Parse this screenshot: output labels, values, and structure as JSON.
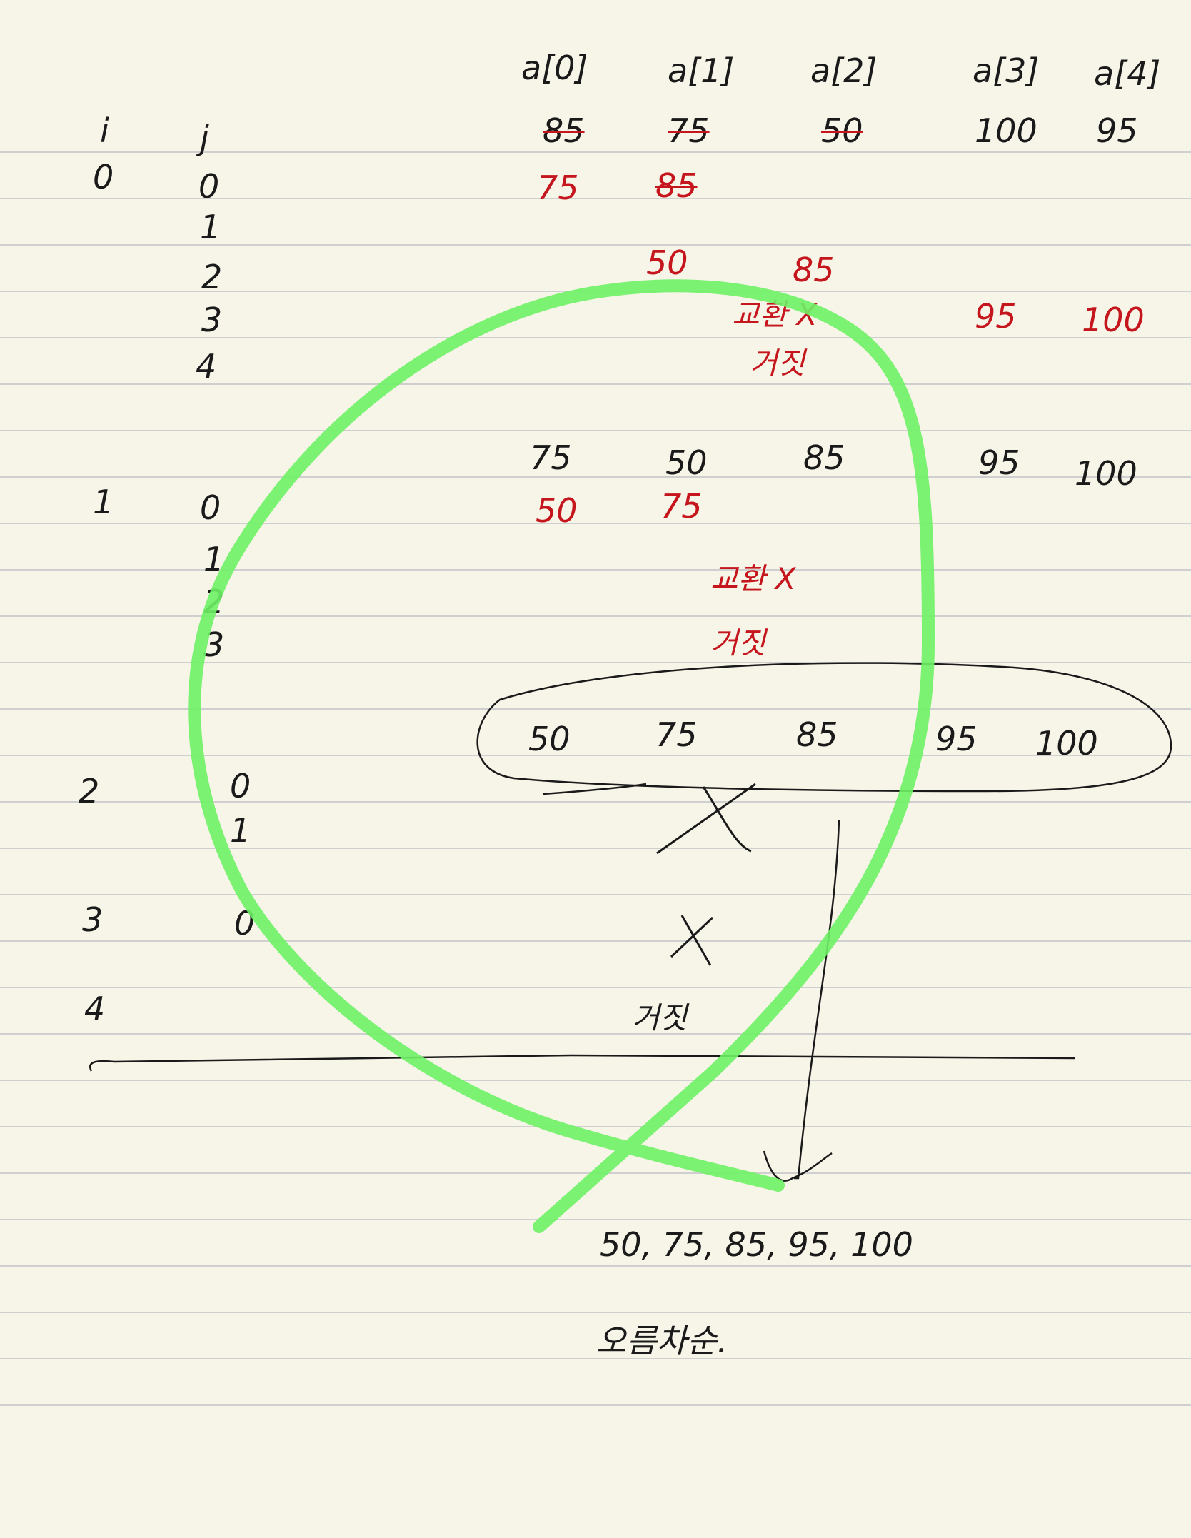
{
  "header": {
    "col_i": "i",
    "col_j": "j",
    "array_cols": [
      "a[0]",
      "a[1]",
      "a[2]",
      "a[3]",
      "a[4]"
    ]
  },
  "initial": [
    "85",
    "75",
    "50",
    "100",
    "95"
  ],
  "pass0": {
    "i": "0",
    "j": [
      "0",
      "1",
      "2",
      "3",
      "4"
    ],
    "swap1": [
      "75",
      "85"
    ],
    "swap2": [
      "50",
      "85"
    ],
    "note_swap": "교환 X",
    "swap3": [
      "95",
      "100"
    ],
    "note_false": "거짓"
  },
  "after0": [
    "75",
    "50",
    "85",
    "95",
    "100"
  ],
  "pass1": {
    "i": "1",
    "j": [
      "0",
      "1",
      "2",
      "3"
    ],
    "swap1": [
      "50",
      "75"
    ],
    "note_swap": "교환 X",
    "note_false": "거짓"
  },
  "sorted_row": [
    "50",
    "75",
    "85",
    "95",
    "100"
  ],
  "pass2": {
    "i": "2",
    "j": [
      "0",
      "1"
    ]
  },
  "pass3": {
    "i": "3",
    "j": [
      "0"
    ]
  },
  "pass4": {
    "i": "4",
    "note": "거짓"
  },
  "result": {
    "line": "50, 75, 85, 95, 100",
    "note": "오름차순."
  },
  "colors": {
    "paper": "#f7f4e8",
    "ink": "#1a1a1a",
    "red_ink": "#c4161c",
    "highlighter": "#6ef266",
    "rule": "#cfcfcf"
  }
}
